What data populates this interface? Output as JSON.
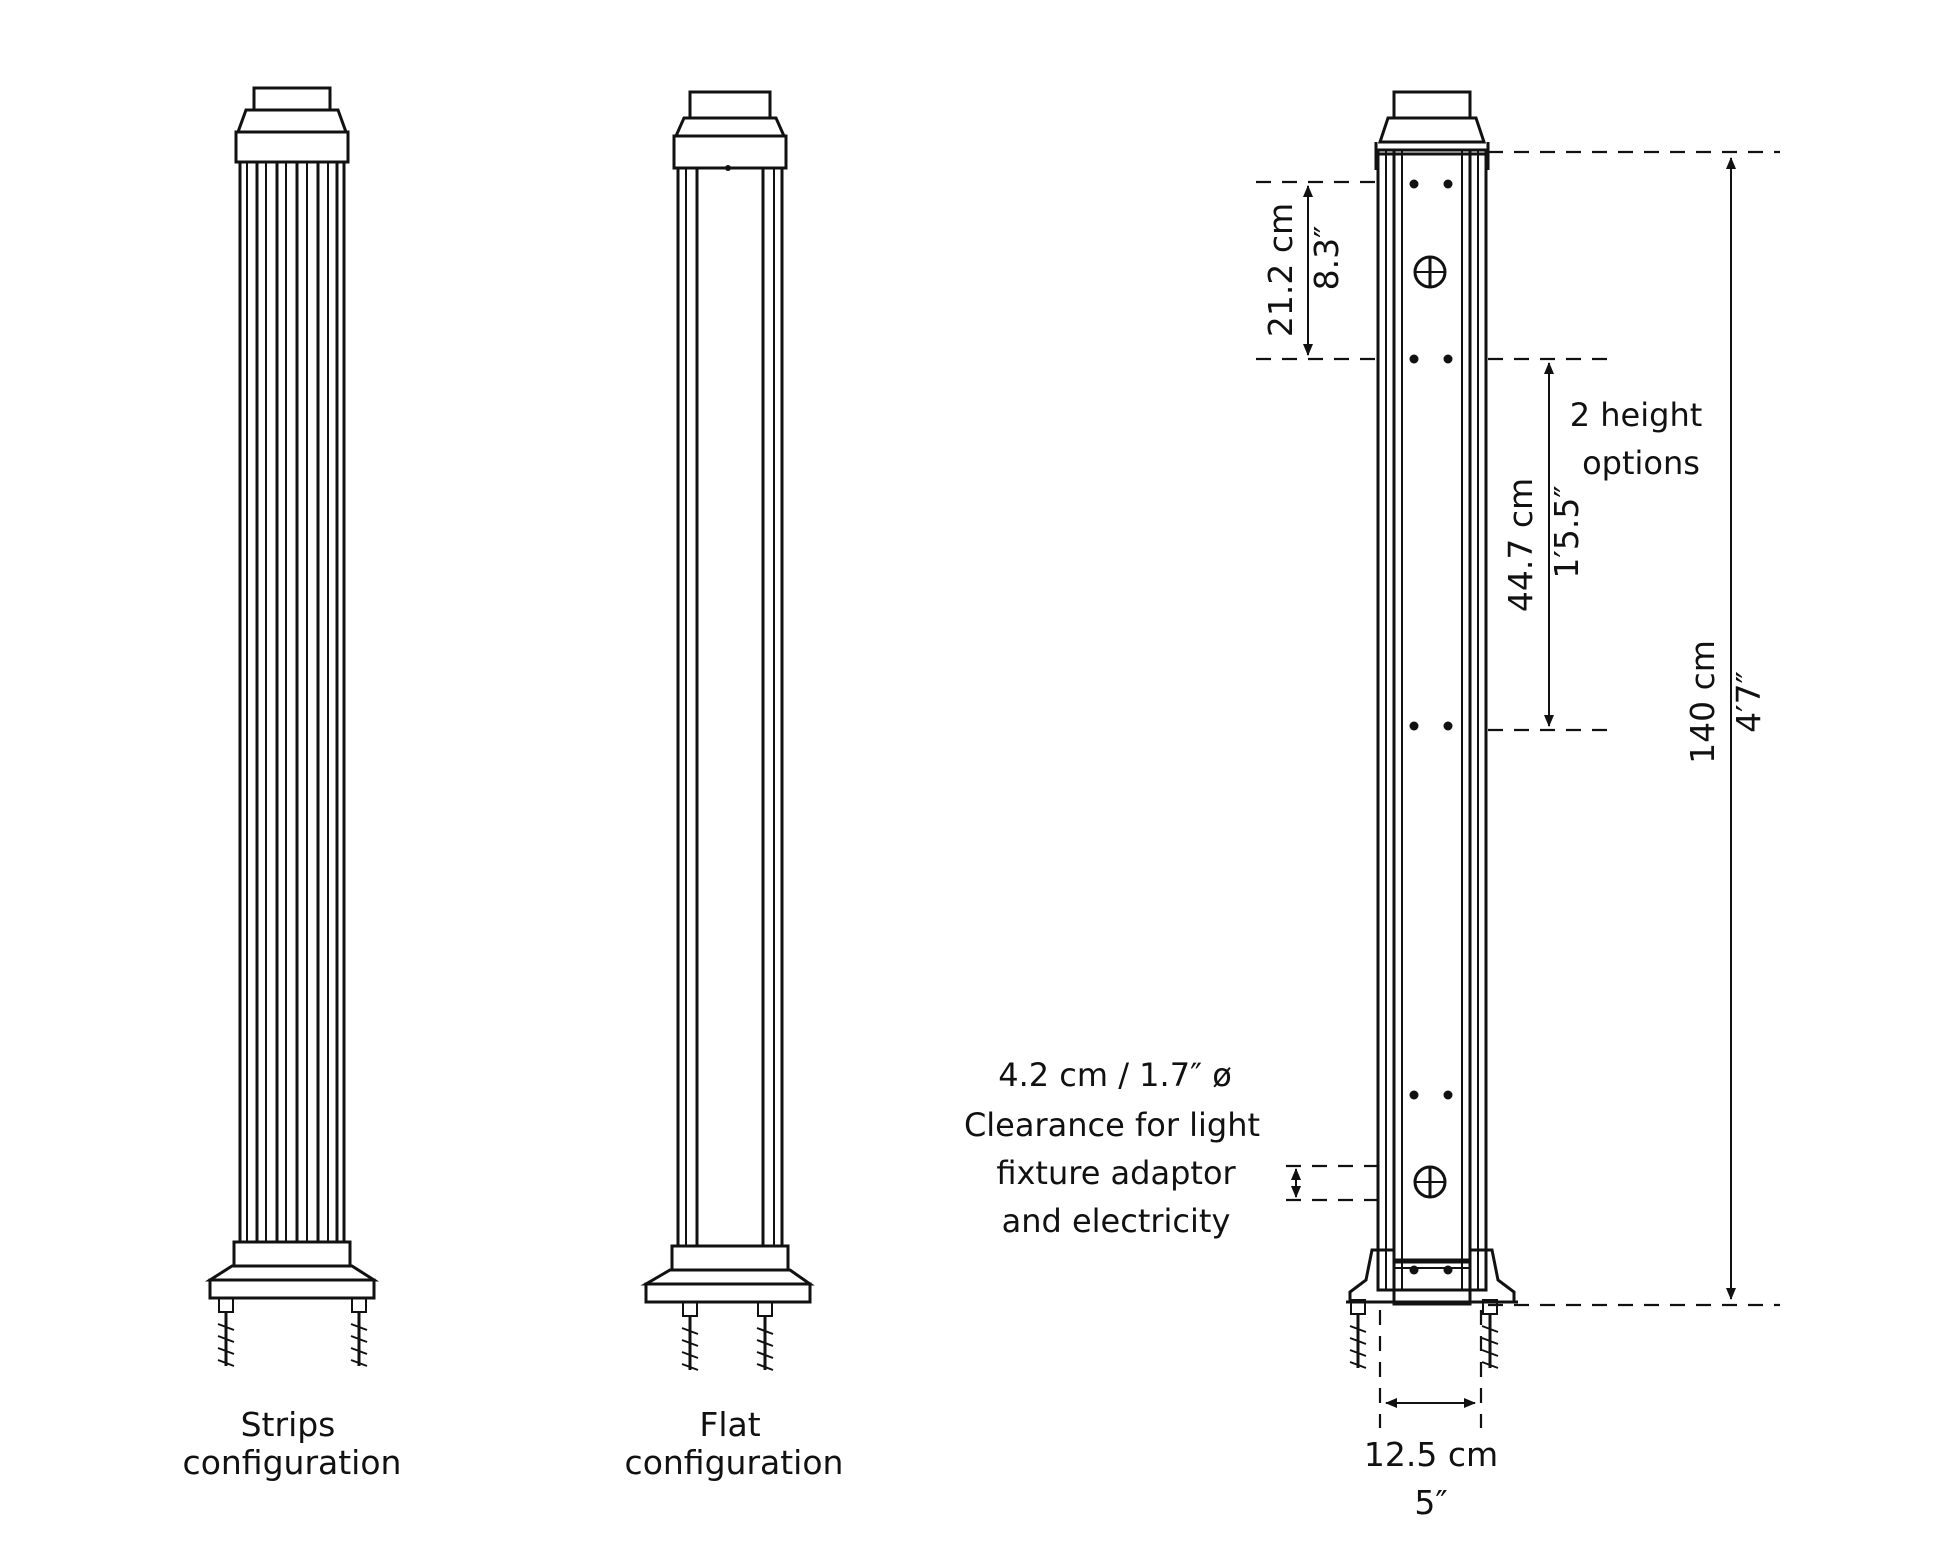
{
  "labels": {
    "strips": [
      "Strips",
      "configuration"
    ],
    "flat": [
      "Flat",
      "configuration"
    ],
    "hole": [
      "4.2 cm / 1.7″  ø",
      "Clearance for light",
      "fixture adaptor",
      "and electricity"
    ],
    "height_options": [
      "2 height",
      "options"
    ]
  },
  "dimensions": {
    "top_offset": [
      "21.2 cm",
      "8.3″"
    ],
    "height_option": [
      "44.7 cm",
      "1′5.5″"
    ],
    "total_height": [
      "140 cm",
      "4′7″"
    ],
    "width": [
      "12.5 cm",
      "5″"
    ]
  }
}
